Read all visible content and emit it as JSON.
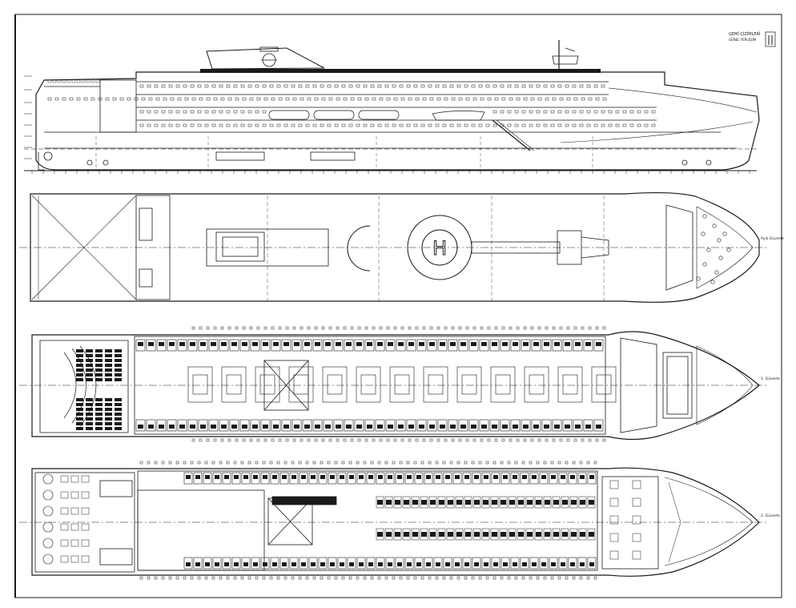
{
  "title_block": {
    "line1": "GEMİ ÇİZİMLERİ",
    "line2": "GENEL YERLEŞİM"
  },
  "deck_labels": {
    "open_deck": "Açık Güverte",
    "deck_1": "1. Güverte",
    "deck_2": "2. Güverte"
  },
  "heliport_symbol": "H",
  "colors": {
    "line": "#1a1a1a",
    "paper": "#ffffff",
    "hatch": "#333333"
  }
}
